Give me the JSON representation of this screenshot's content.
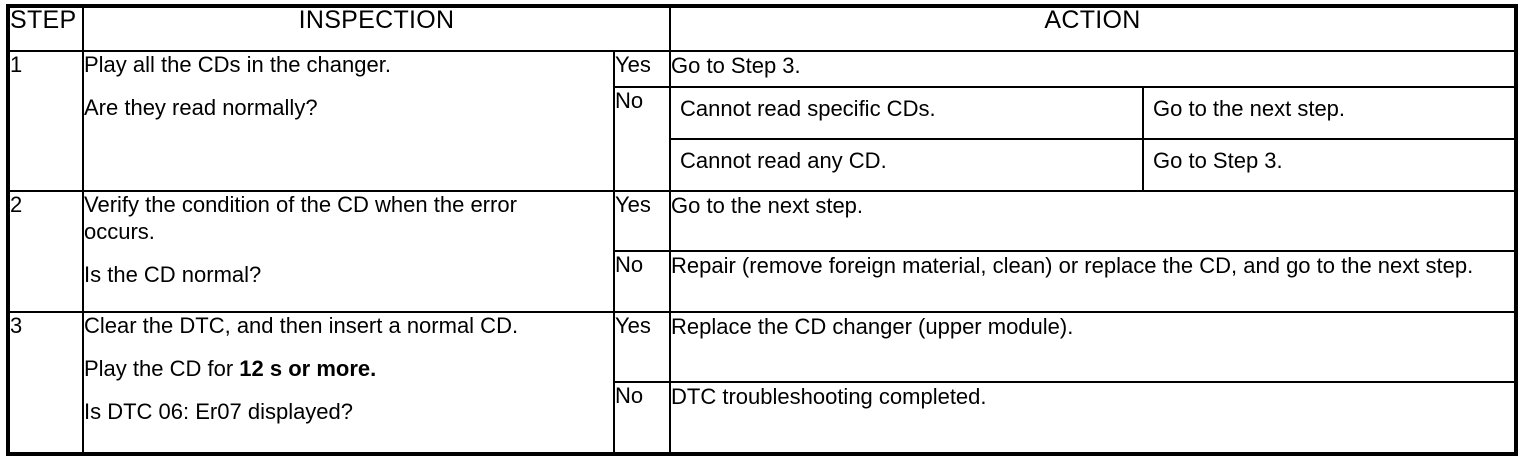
{
  "table": {
    "headers": {
      "step": "STEP",
      "inspection": "INSPECTION",
      "action": "ACTION"
    },
    "answers": {
      "yes": "Yes",
      "no": "No"
    },
    "rows": [
      {
        "step": "1",
        "inspection_lines": [
          "Play all the CDs in the changer.",
          "Are they read normally?"
        ],
        "yes_action": "Go to Step 3.",
        "no_actions": [
          {
            "condition": "Cannot read specific CDs.",
            "result": "Go to the next step."
          },
          {
            "condition": "Cannot read any CD.",
            "result": "Go to Step 3."
          }
        ]
      },
      {
        "step": "2",
        "inspection_lines": [
          "Verify the condition of the CD when the error",
          "occurs.",
          "Is the CD normal?"
        ],
        "yes_action": "Go to the next step.",
        "no_action": "Repair (remove foreign material, clean) or replace the CD, and go to the next step."
      },
      {
        "step": "3",
        "inspection_lines": [
          "Clear the DTC, and then insert a normal CD.",
          "Is DTC 06: Er07 displayed?"
        ],
        "inspection_emphasis": {
          "prefix": "Play the CD for ",
          "bold": "12 s or more."
        },
        "yes_action": "Replace the CD changer (upper module).",
        "no_action": "DTC troubleshooting completed."
      }
    ]
  },
  "colors": {
    "border": "#000000",
    "text": "#000000",
    "background": "#ffffff"
  }
}
